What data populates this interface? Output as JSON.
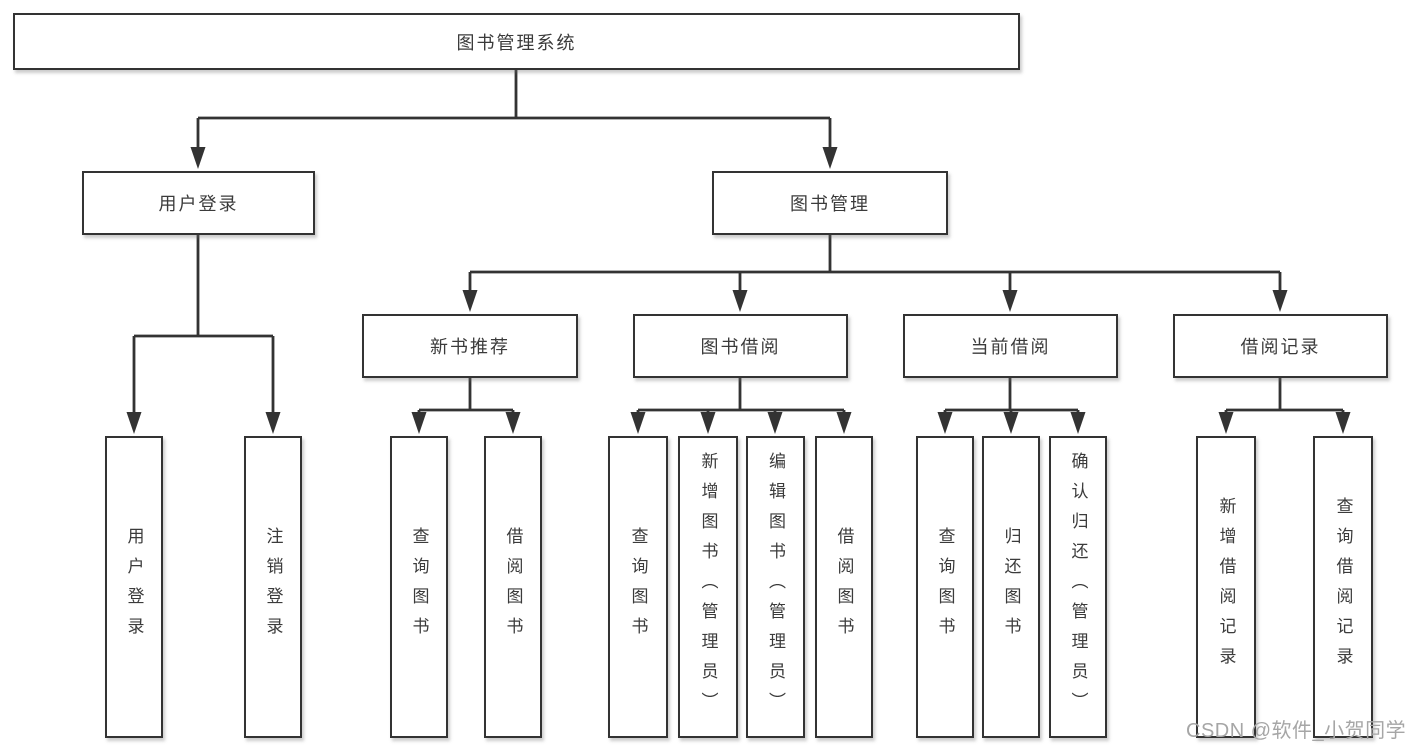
{
  "diagram": {
    "type": "hierarchy-structure-chart",
    "title": "图书管理系统",
    "watermark": "CSDN @软件_小贺同学",
    "colors": {
      "line": "#333333",
      "box_border": "#333333",
      "box_fill": "#ffffff",
      "text": "#3b3b3b",
      "watermark": "#a6a6a6",
      "background": "#ffffff"
    },
    "nodes": {
      "root": {
        "label": "图书管理系统"
      },
      "user_login": {
        "label": "用户登录"
      },
      "book_mgmt": {
        "label": "图书管理"
      },
      "new_book": {
        "label": "新书推荐"
      },
      "book_borrow": {
        "label": "图书借阅"
      },
      "current_borrow": {
        "label": "当前借阅"
      },
      "borrow_record": {
        "label": "借阅记录"
      },
      "leaf_user_login": {
        "label": "用户登录"
      },
      "leaf_logout": {
        "label": "注销登录"
      },
      "leaf_nb_query": {
        "label": "查询图书"
      },
      "leaf_nb_borrow": {
        "label": "借阅图书"
      },
      "leaf_bb_query": {
        "label": "查询图书"
      },
      "leaf_bb_add": {
        "label": "新增图书（管理员）"
      },
      "leaf_bb_edit": {
        "label": "编辑图书（管理员）"
      },
      "leaf_bb_borrow": {
        "label": "借阅图书"
      },
      "leaf_cb_query": {
        "label": "查询图书"
      },
      "leaf_cb_return": {
        "label": "归还图书"
      },
      "leaf_cb_confirm": {
        "label": "确认归还（管理员）"
      },
      "leaf_br_add": {
        "label": "新增借阅记录"
      },
      "leaf_br_query": {
        "label": "查询借阅记录"
      }
    },
    "hierarchy": {
      "图书管理系统": {
        "用户登录": [
          "用户登录",
          "注销登录"
        ],
        "图书管理": {
          "新书推荐": [
            "查询图书",
            "借阅图书"
          ],
          "图书借阅": [
            "查询图书",
            "新增图书（管理员）",
            "编辑图书（管理员）",
            "借阅图书"
          ],
          "当前借阅": [
            "查询图书",
            "归还图书",
            "确认归还（管理员）"
          ],
          "借阅记录": [
            "新增借阅记录",
            "查询借阅记录"
          ]
        }
      }
    }
  }
}
